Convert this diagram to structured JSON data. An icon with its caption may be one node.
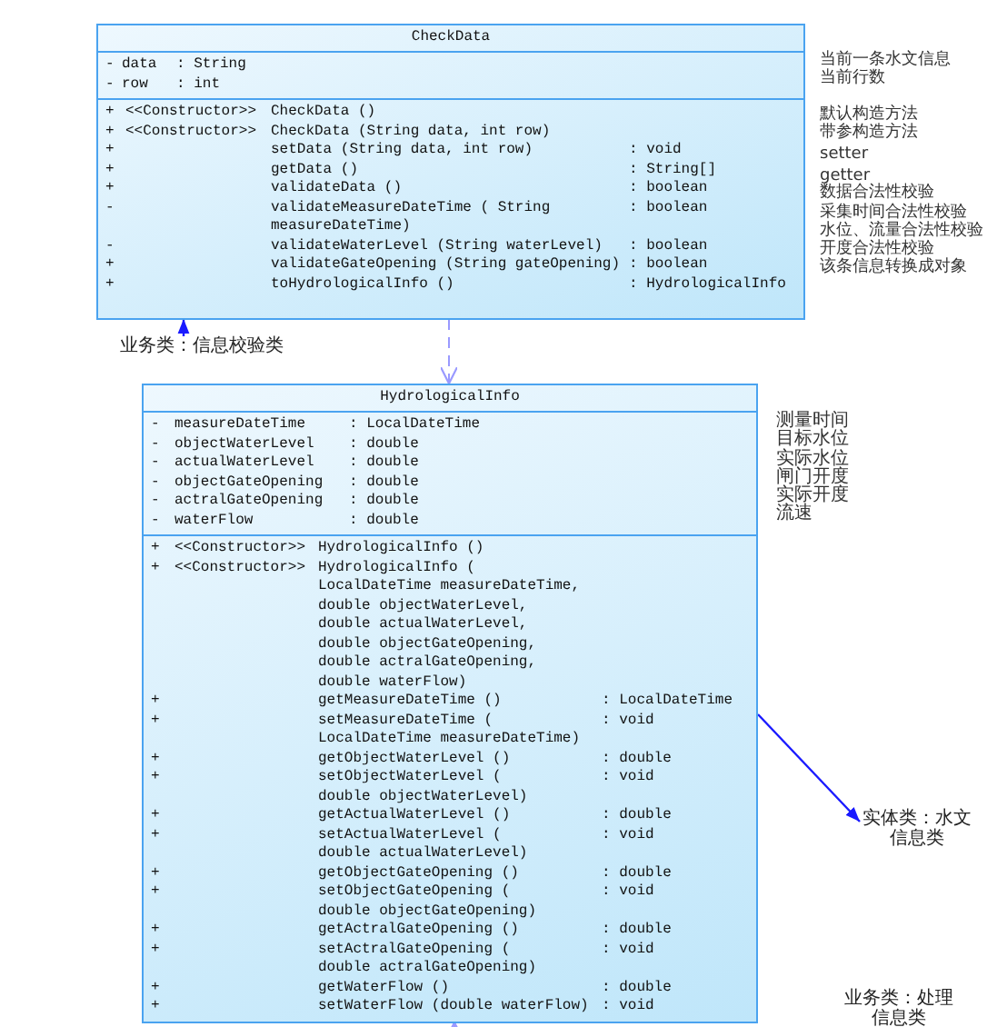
{
  "diagram": {
    "nodes": [
      {
        "text": [
          "CheckData",
          "-",
          "data",
          ": String",
          "-",
          "row",
          ": int",
          "+",
          "<<Constructor>>",
          "CheckData ()",
          "+",
          "<<Constructor>>",
          "CheckData (String data, int row)",
          "+",
          "setData (String data, int row)",
          ": void",
          "+",
          "getData ()",
          ": String[]",
          "+",
          "validateData ()",
          ": boolean",
          "-",
          "validateMeasureDateTime ( String measureDateTime)",
          ": boolean",
          "-",
          "validateWaterLevel (String waterLevel)",
          ": boolean",
          "+",
          "validateGateOpening (String gateOpening)",
          ": boolean",
          "+",
          "toHydrologicalInfo ()",
          ": HydrologicalInfo"
        ],
        "beside": [
          "当前一条水文信息",
          "当前行数",
          "默认构造方法",
          "带参构造方法",
          "setter",
          "getter",
          "数据合法性校验",
          "采集时间合法性校验",
          "水位、流量合法性校验",
          "开度合法性校验",
          "该条信息转换成对象"
        ]
      },
      {
        "text": [
          "HydrologicalInfo",
          "-",
          "measureDateTime",
          ": LocalDateTime",
          "-",
          "objectWaterLevel",
          ": double",
          "-",
          "actualWaterLevel",
          ": double",
          "-",
          "objectGateOpening",
          ": double",
          "-",
          "actralGateOpening",
          ": double",
          "-",
          "waterFlow",
          ": double",
          "+",
          "<<Constructor>>",
          "HydrologicalInfo ()",
          "+",
          "<<Constructor>>",
          "HydrologicalInfo ( LocalDateTime measureDateTime, double objectWaterLevel, double actualWaterLevel, double objectGateOpening, double actralGateOpening, double waterFlow)",
          "+",
          "getMeasureDateTime ()",
          ": LocalDateTime",
          "+",
          "setMeasureDateTime ( LocalDateTime measureDateTime)",
          ": void",
          "+",
          "getObjectWaterLevel ()",
          ": double",
          "+",
          "setObjectWaterLevel ( double objectWaterLevel)",
          ": void",
          "+",
          "getActualWaterLevel ()",
          ": double",
          "+",
          "setActualWaterLevel ( double actualWaterLevel)",
          ": void",
          "+",
          "getObjectGateOpening ()",
          ": double",
          "+",
          "setObjectGateOpening ( double objectGateOpening)",
          ": void",
          "+",
          "getActralGateOpening ()",
          ": double",
          "+",
          "setActralGateOpening ( double actralGateOpening)",
          ": void",
          "+",
          "getWaterFlow ()",
          ": double",
          "+",
          "setWaterFlow (double waterFlow)",
          ": void"
        ],
        "beside": [
          "测量时间",
          "目标水位",
          "实际水位",
          "闸门开度",
          "实际开度",
          "流速"
        ]
      },
      {
        "text": [
          "业务类：信息校验类"
        ]
      },
      {
        "text": [
          "实体类：水文信息类"
        ]
      },
      {
        "text": [
          "业务类：处理信息类"
        ]
      }
    ],
    "edges": [
      {
        "from": 2,
        "to": 0,
        "arrow": "to",
        "color": "#1a1aff"
      },
      {
        "from": 0,
        "to": 1,
        "arrow": "to",
        "style": "dashed",
        "color": "#9a9aff"
      },
      {
        "from": 1,
        "to": 3,
        "arrow": "to",
        "color": "#1a1aff"
      },
      {
        "from": null,
        "to": 1,
        "arrow": "to",
        "style": "dashed",
        "color": "#9a9aff"
      }
    ]
  }
}
